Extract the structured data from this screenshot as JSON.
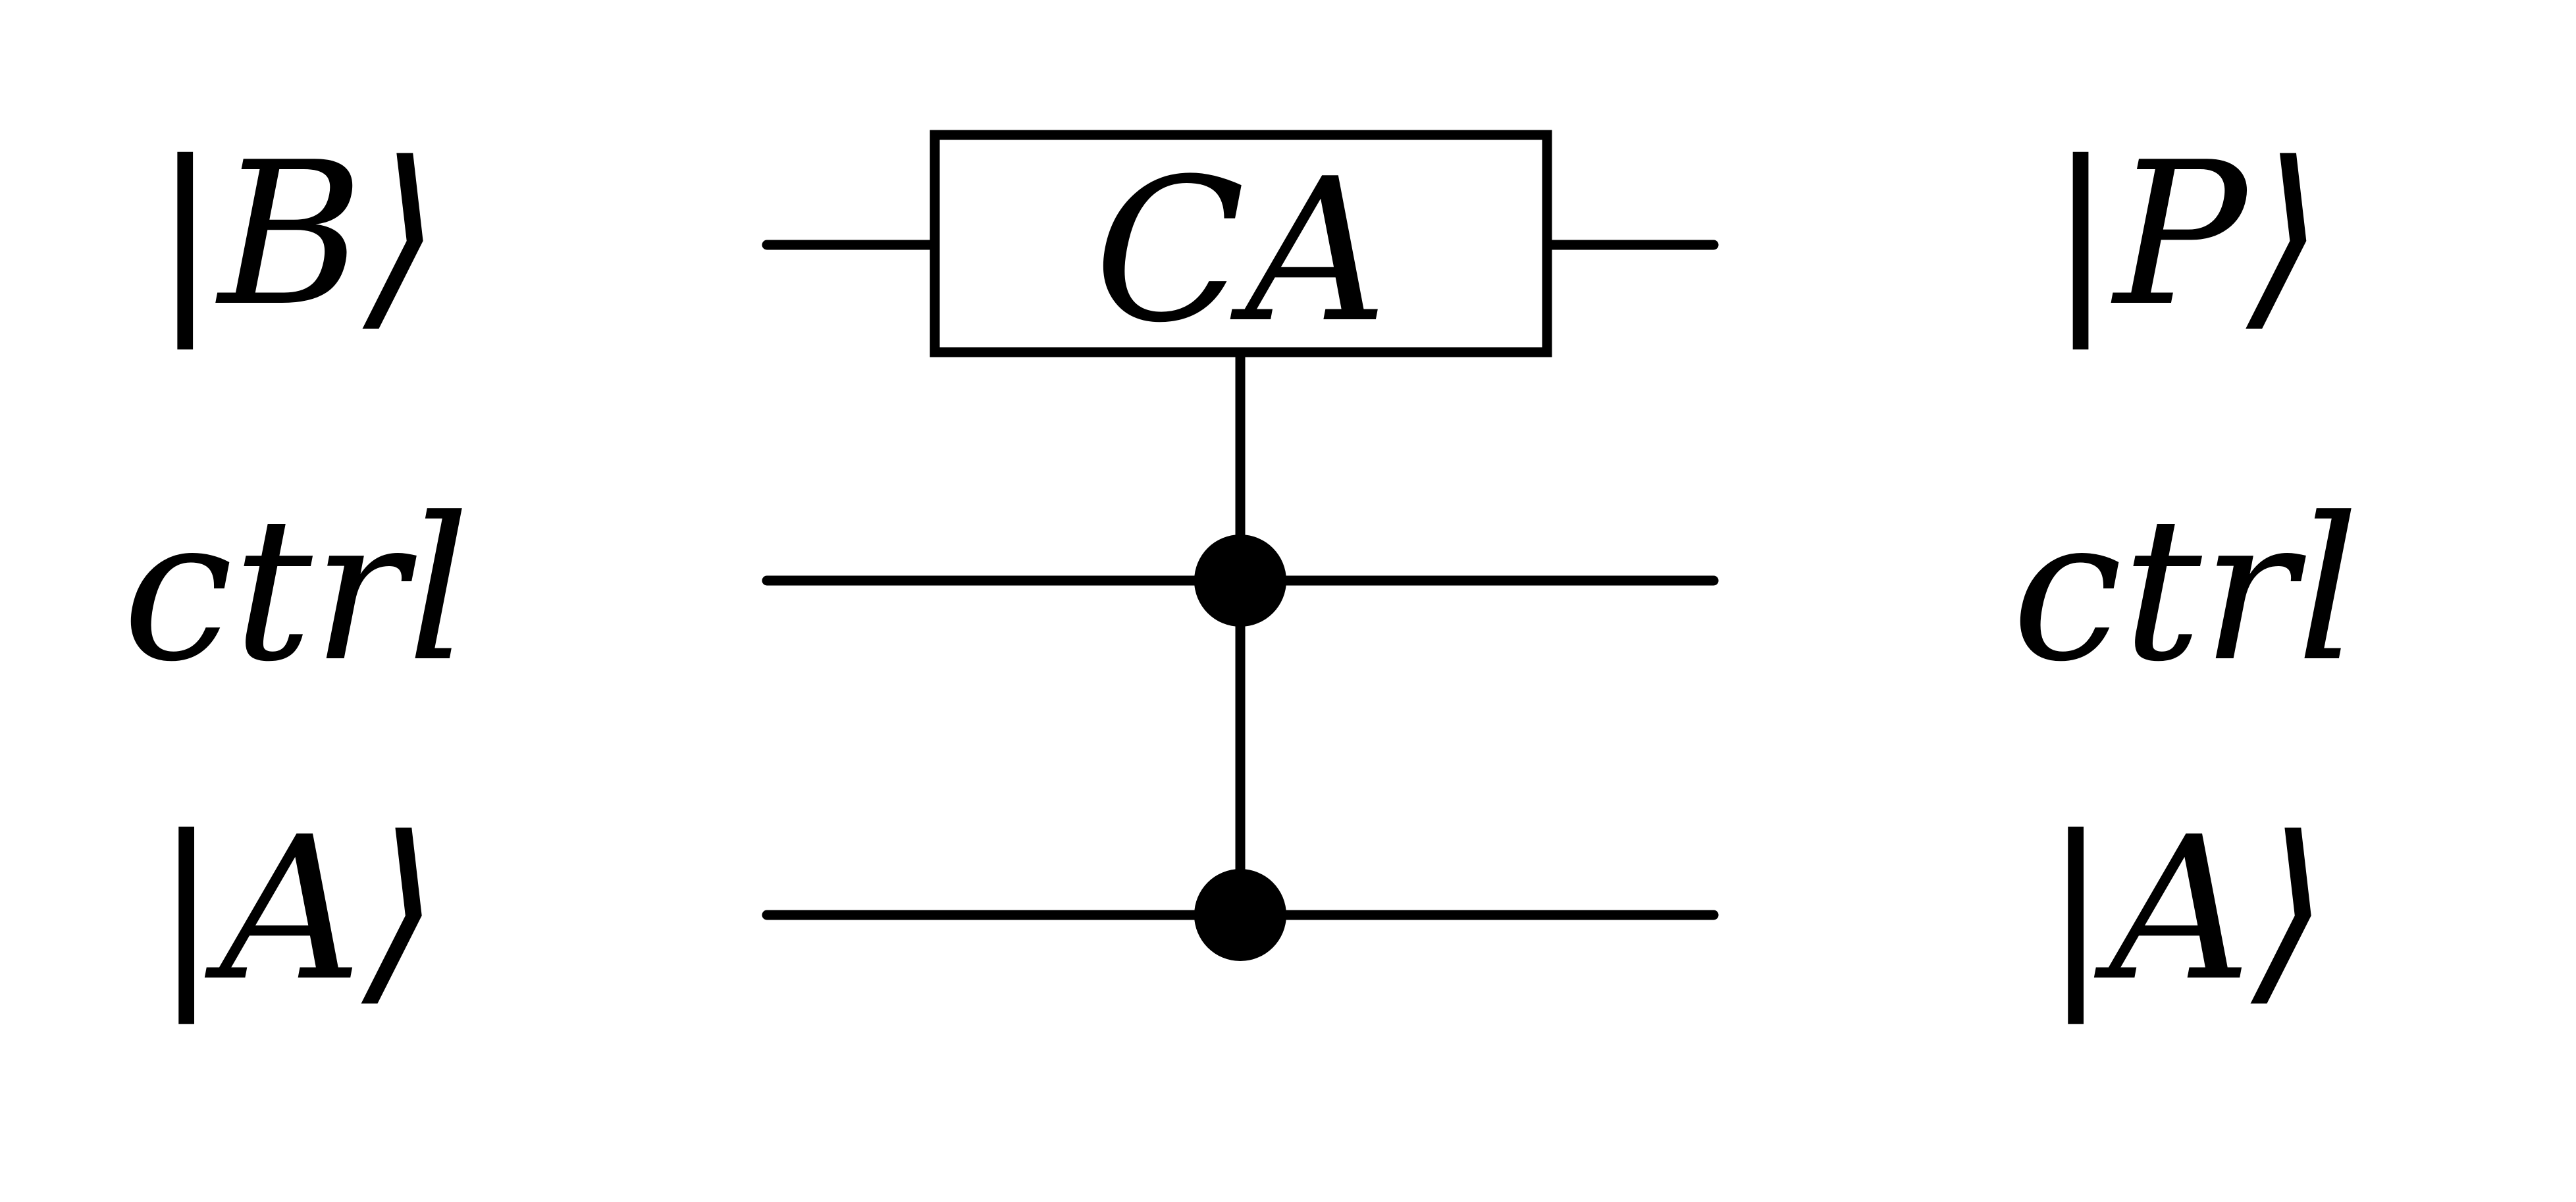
{
  "colors": {
    "ink": "#000000",
    "background": "#ffffff"
  },
  "circuit": {
    "input_labels": [
      "|B⟩",
      "ctrl",
      "|A⟩"
    ],
    "output_labels": [
      "|P⟩",
      "ctrl",
      "|A⟩"
    ],
    "gate": {
      "label": "CA",
      "target_wire": 0,
      "control_wires": [
        1,
        2
      ]
    }
  }
}
